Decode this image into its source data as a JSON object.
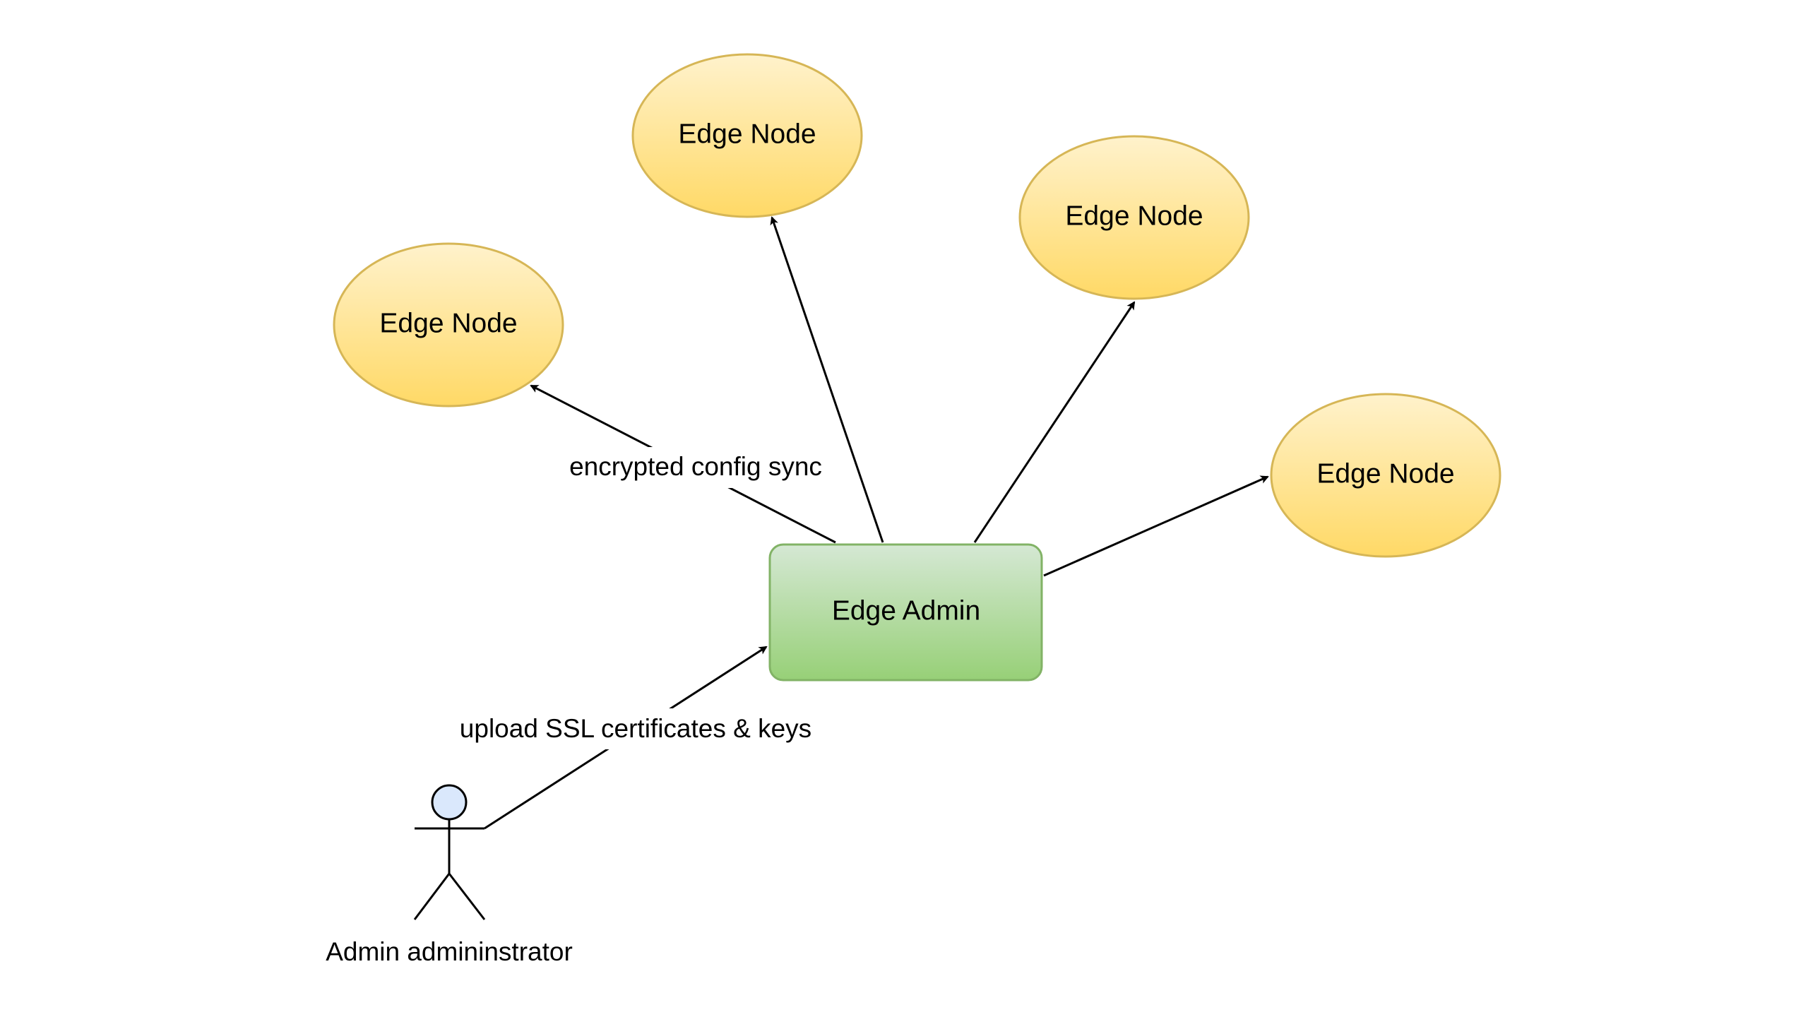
{
  "diagram": {
    "hub": {
      "label": "Edge Admin"
    },
    "nodes": [
      {
        "label": "Edge Node"
      },
      {
        "label": "Edge Node"
      },
      {
        "label": "Edge Node"
      },
      {
        "label": "Edge Node"
      }
    ],
    "actor": {
      "label": "Admin admininstrator"
    },
    "edges": {
      "config_sync_label": "encrypted config sync",
      "upload_label": "upload SSL certificates & keys"
    },
    "colors": {
      "node_fill_top": "#fff2cc",
      "node_fill_bottom": "#ffd966",
      "node_stroke": "#d6b656",
      "hub_fill_top": "#d5e8d4",
      "hub_fill_bottom": "#97d077",
      "hub_stroke": "#82b366",
      "actor_head_fill": "#dae8fc",
      "line": "#000000"
    }
  }
}
